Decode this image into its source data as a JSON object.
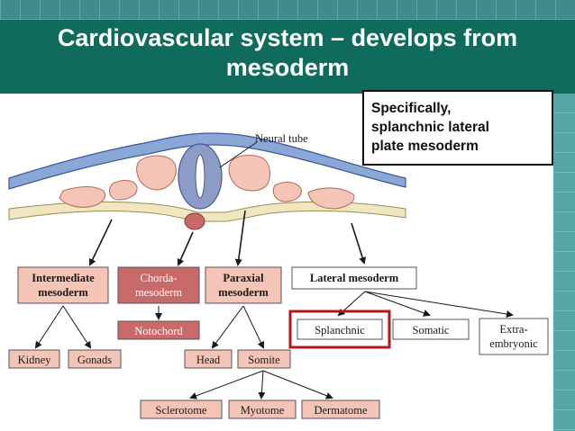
{
  "slide": {
    "title_line1": "Cardiovascular system – develops from",
    "title_line2": "mesoderm",
    "callout_line1": "Specifically,",
    "callout_line2": "splanchnic lateral",
    "callout_line3": "plate mesoderm"
  },
  "diagram": {
    "neural_tube_label": "Neural tube",
    "intermediate_line1": "Intermediate",
    "intermediate_line2": "mesoderm",
    "chorda_line1": "Chorda-",
    "chorda_line2": "mesoderm",
    "paraxial_line1": "Paraxial",
    "paraxial_line2": "mesoderm",
    "lateral": "Lateral mesoderm",
    "kidney": "Kidney",
    "gonads": "Gonads",
    "notochord": "Notochord",
    "head": "Head",
    "somite": "Somite",
    "splanchnic": "Splanchnic",
    "somatic": "Somatic",
    "extra_line1": "Extra-",
    "extra_line2": "embryonic",
    "sclerotome": "Sclerotome",
    "myotome": "Myotome",
    "dermatome": "Dermatome"
  },
  "colors": {
    "title_bg": "#0f6b5c",
    "highlight": "#b0191e",
    "mesoderm_pink": "#f4c4b6",
    "chorda_red": "#c96a6a",
    "neural_blue": "#8c9cc6"
  }
}
